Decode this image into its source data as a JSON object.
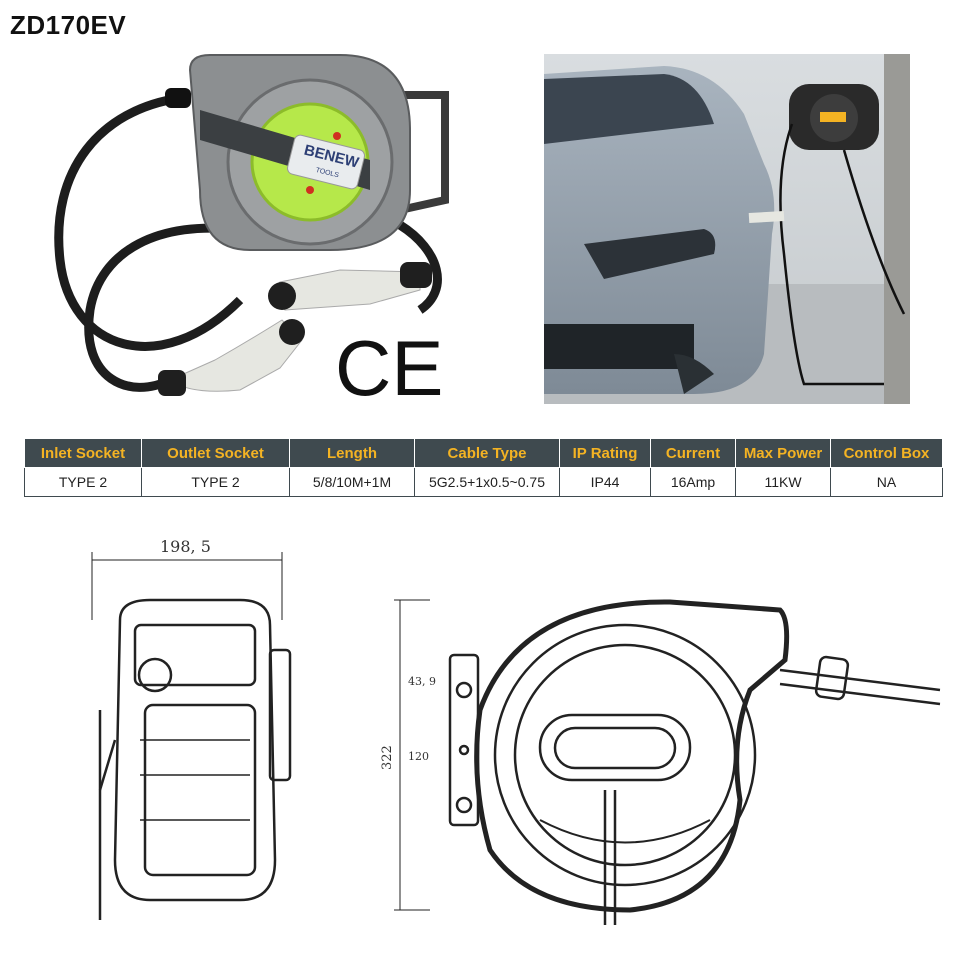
{
  "title": "ZD170EV",
  "brand": {
    "logo_text": "BENEW",
    "logo_sub": "TOOLS"
  },
  "ce_mark": "CE",
  "spec_table": {
    "headers": [
      "Inlet Socket",
      "Outlet Socket",
      "Length",
      "Cable Type",
      "IP Rating",
      "Current",
      "Max Power",
      "Control Box"
    ],
    "row": [
      "TYPE 2",
      "TYPE 2",
      "5/8/10M+1M",
      "5G2.5+1x0.5~0.75",
      "IP44",
      "16Amp",
      "11KW",
      "NA"
    ]
  },
  "dimensions": {
    "width": "198, 5",
    "height": "322",
    "bracket_top": "43, 9",
    "bracket_hole": "120"
  },
  "colors": {
    "header_bg": "#3f4a4f",
    "header_text": "#f4b323",
    "reel_green": "#b6e84a",
    "reel_gray": "#8c8f91"
  }
}
